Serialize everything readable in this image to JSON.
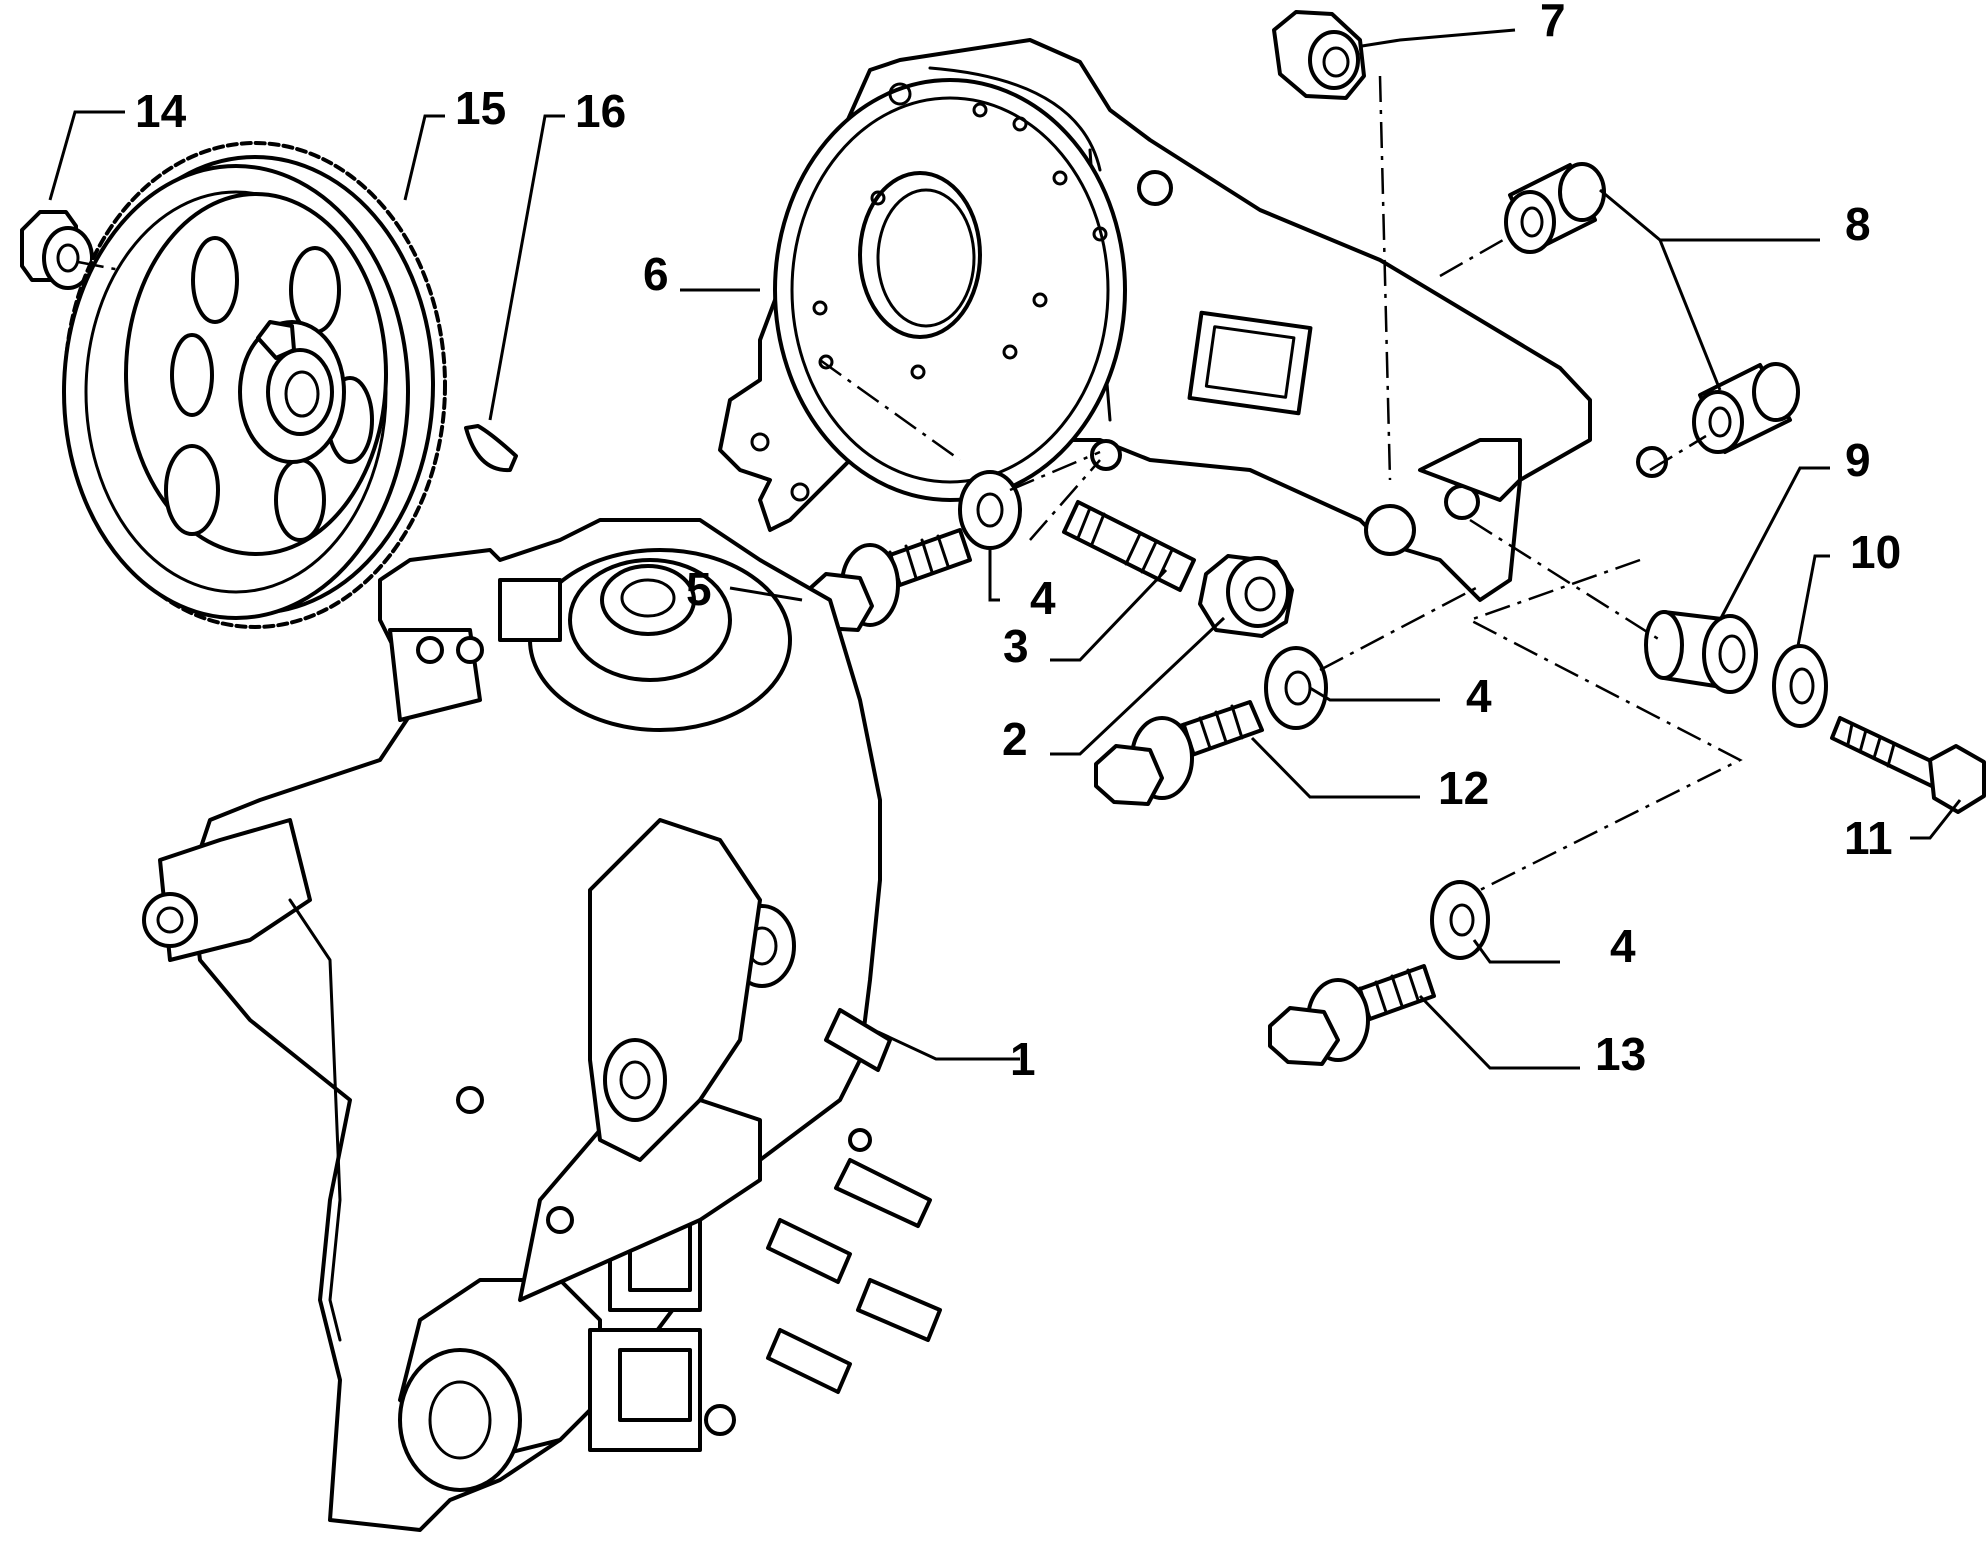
{
  "diagram": {
    "callouts": [
      {
        "id": "c1",
        "text": "1"
      },
      {
        "id": "c2",
        "text": "2"
      },
      {
        "id": "c3",
        "text": "3"
      },
      {
        "id": "c4a",
        "text": "4"
      },
      {
        "id": "c4b",
        "text": "4"
      },
      {
        "id": "c4c",
        "text": "4"
      },
      {
        "id": "c5",
        "text": "5"
      },
      {
        "id": "c6",
        "text": "6"
      },
      {
        "id": "c7",
        "text": "7"
      },
      {
        "id": "c8",
        "text": "8"
      },
      {
        "id": "c9",
        "text": "9"
      },
      {
        "id": "c10",
        "text": "10"
      },
      {
        "id": "c11",
        "text": "11"
      },
      {
        "id": "c12",
        "text": "12"
      },
      {
        "id": "c13",
        "text": "13"
      },
      {
        "id": "c14",
        "text": "14"
      },
      {
        "id": "c15",
        "text": "15"
      },
      {
        "id": "c16",
        "text": "16"
      }
    ]
  }
}
